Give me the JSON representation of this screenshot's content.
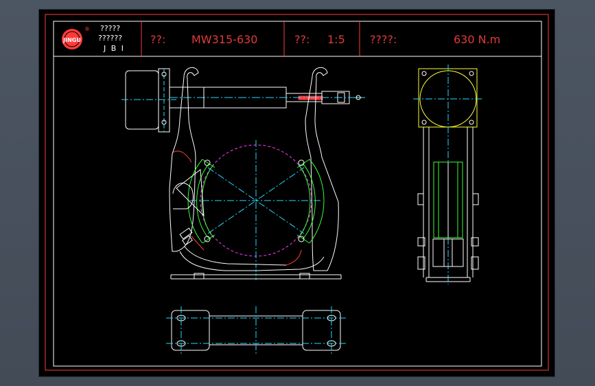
{
  "title_block": {
    "logo_text": "JINGU",
    "logo_reg": "®",
    "company_line1": "?????",
    "company_line2": "??????",
    "company_abbr": "J B I",
    "model_label": "??:",
    "model_value": "MW315-630",
    "scale_label": "??:",
    "scale_value": "1:5",
    "torque_label": "????:",
    "torque_value": "630 N.m"
  },
  "colors": {
    "frame": "#ff3b3b",
    "line": "#ffffff",
    "centerline": "#27d9ff",
    "brake_shoe": "#39ff39",
    "magenta": "#ff39ff",
    "motor_box": "#ffff33"
  }
}
